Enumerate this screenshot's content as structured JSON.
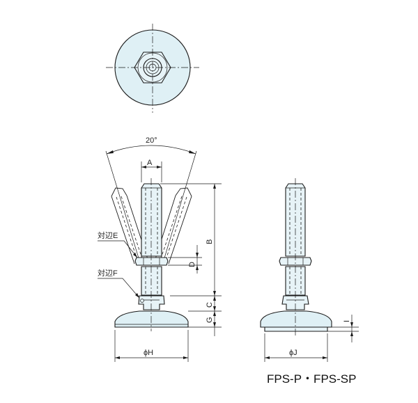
{
  "labels": {
    "angle": "20°",
    "dim_a": "A",
    "dim_b": "B",
    "dim_c": "C",
    "dim_d": "D",
    "dim_g": "G",
    "dim_i": "I",
    "dim_h": "ϕH",
    "dim_j": "ϕJ",
    "across_flats_e": "対辺E",
    "across_flats_f": "対辺F"
  },
  "caption": "FPS-P・FPS-SP",
  "colors": {
    "fill": "#dff0f5",
    "line": "#1a1a1a"
  }
}
